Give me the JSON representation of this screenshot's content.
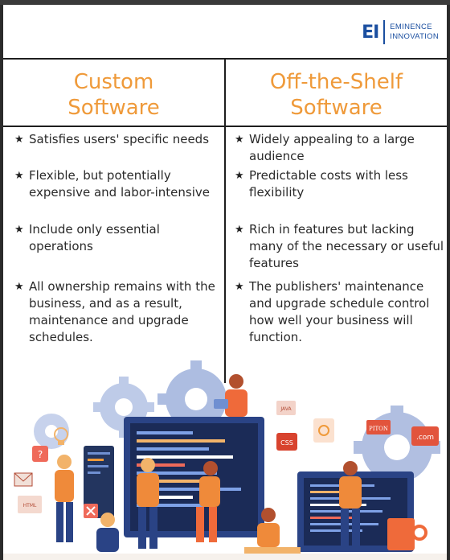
{
  "logo": {
    "mark": "EI",
    "line1": "EMINENCE",
    "line2": "INNOVATION"
  },
  "left": {
    "title_line1": "Custom",
    "title_line2": "Software",
    "items": [
      "Satisfies users' specific needs",
      "Flexible, but potentially expensive and labor-intensive",
      "Include only essential operations",
      "All ownership remains with the business, and as a result, maintenance and upgrade schedules."
    ]
  },
  "right": {
    "title_line1": "Off-the-Shelf",
    "title_line2": "Software",
    "items": [
      "Widely appealing to a large audience",
      "Predictable costs with less flexibility",
      "Rich in features but lacking many of the necessary or useful features",
      "The publishers' maintenance and upgrade schedule control how well your business will function."
    ]
  },
  "bullet_symbol": "★",
  "illustration_tags": {
    "html": "HTML",
    "css": "CSS",
    "java": "JAVA",
    "piton": "PITON",
    "com": ".com",
    "help": "?"
  },
  "colors": {
    "accent_orange": "#ef9a3a",
    "brand_blue": "#1b4fa0",
    "divider": "#1e1e1e"
  }
}
